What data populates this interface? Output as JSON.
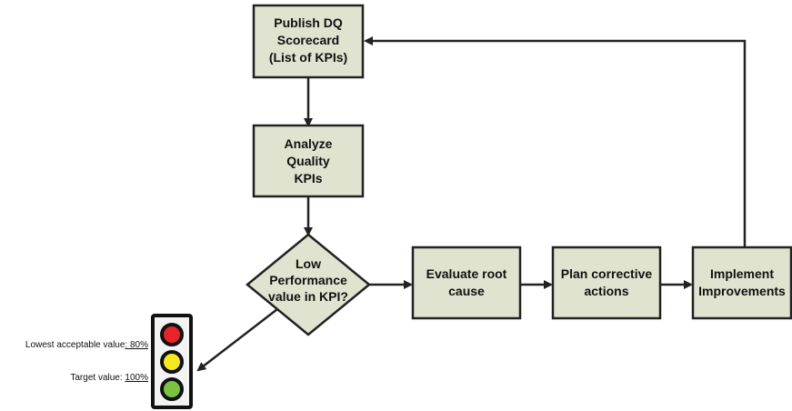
{
  "nodes": {
    "publish": [
      "Publish DQ",
      "Scorecard",
      "(List of KPIs)"
    ],
    "analyze": [
      "Analyze",
      "Quality",
      "KPIs"
    ],
    "decision": [
      "Low",
      "Performance",
      "value in KPI?"
    ],
    "evaluate": [
      "Evaluate root",
      "cause"
    ],
    "plan": [
      "Plan corrective",
      "actions"
    ],
    "implement": [
      "Implement",
      "Improvements"
    ]
  },
  "traffic_light": {
    "colors": {
      "red": "#e8242a",
      "yellow": "#f4ea1f",
      "green": "#7cc242"
    },
    "lowest_label": "Lowest acceptable value",
    "lowest_value": ": 80%",
    "target_label": "Target value: ",
    "target_value": "100%"
  },
  "colors": {
    "box_fill": "#dfe3cf",
    "stroke": "#222222"
  }
}
